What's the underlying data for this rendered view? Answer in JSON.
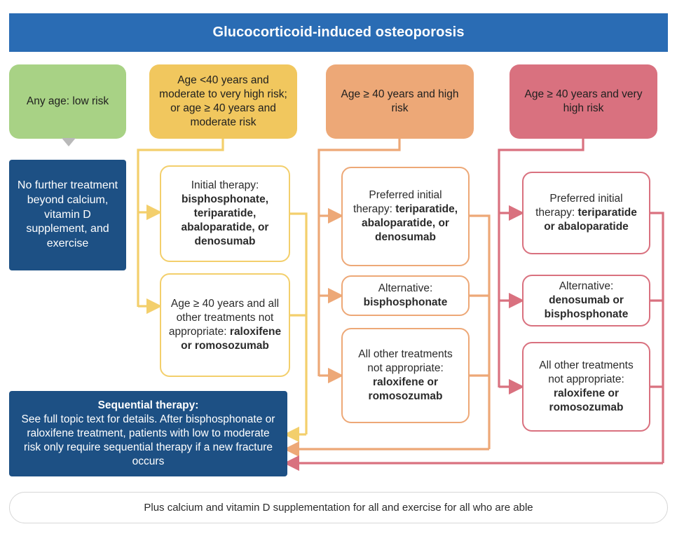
{
  "title": "Glucocorticoid-induced osteoporosis",
  "colors": {
    "header_blue": "#2a6cb4",
    "navy": "#1d5084",
    "green": "#a8d285",
    "yellow": "#f1c75e",
    "orange": "#eda877",
    "pink": "#d9717f",
    "yellow_line": "#f3cf6c",
    "orange_line": "#eda877",
    "pink_line": "#d9717f",
    "gray_arrow": "#b9b9b9"
  },
  "categories": [
    {
      "id": "low-risk",
      "label": "Any age: low risk",
      "color": "green"
    },
    {
      "id": "under40",
      "label": "Age <40 years and moderate to very high risk; or age  ≥ 40 years and moderate risk",
      "color": "yellow"
    },
    {
      "id": "over40-high",
      "label": "Age  ≥ 40 years and high risk",
      "color": "orange"
    },
    {
      "id": "over40-veryhigh",
      "label": "Age  ≥ 40 years and very high risk",
      "color": "pink"
    }
  ],
  "outcomes": {
    "no_further_treatment": "No further treatment beyond calcium, vitamin D supplement, and exercise",
    "sequential_therapy": {
      "heading": "Sequential therapy:",
      "body": "See full topic text for details. After bisphosphonate or raloxifene treatment, patients with low to moderate risk only require sequential therapy if a new fracture occurs"
    }
  },
  "treatments": {
    "yellow": [
      {
        "lead": "Initial therapy:",
        "drugs": "bisphosphonate, teriparatide, abaloparatide, or denosumab"
      },
      {
        "lead": "Age  ≥ 40 years and all other treatments not appropriate:",
        "drugs": "raloxifene or romosozumab"
      }
    ],
    "orange": [
      {
        "lead": "Preferred initial therapy:",
        "drugs": "teriparatide, abaloparatide, or denosumab"
      },
      {
        "lead": "Alternative:",
        "drugs": "bisphosphonate"
      },
      {
        "lead": "All other treatments not appropriate:",
        "drugs": "raloxifene or romosozumab"
      }
    ],
    "pink": [
      {
        "lead": "Preferred initial therapy:",
        "drugs": "teriparatide or abaloparatide"
      },
      {
        "lead": "Alternative:",
        "drugs": "denosumab or bisphosphonate"
      },
      {
        "lead": "All other treatments not appropriate:",
        "drugs": "raloxifene or romosozumab"
      }
    ]
  },
  "footer": "Plus calcium and vitamin D supplementation for all and exercise for all who are able"
}
